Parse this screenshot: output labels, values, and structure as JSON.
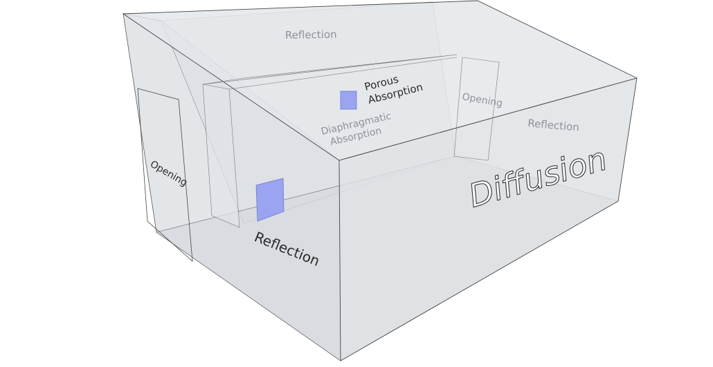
{
  "labels": {
    "ceiling_reflection": "Reflection",
    "right_wall_reflection": "Reflection",
    "floor_reflection": "Reflection",
    "left_opening": "Opening",
    "back_opening": "Opening",
    "porous_line1": "Porous",
    "porous_line2": "Absorption",
    "diaphragmatic_line1": "Diaphragmatic",
    "diaphragmatic_line2": "Absorption",
    "diffusion": "Diffusion"
  },
  "colors": {
    "absorber_fill": "#9aa4f0",
    "absorber_stroke": "#6f78c8",
    "wall_fill": "#dfe3e7",
    "edge": "#3a3a3a",
    "faint_text": "#8e9296",
    "dark_text": "#2b2b2b"
  }
}
